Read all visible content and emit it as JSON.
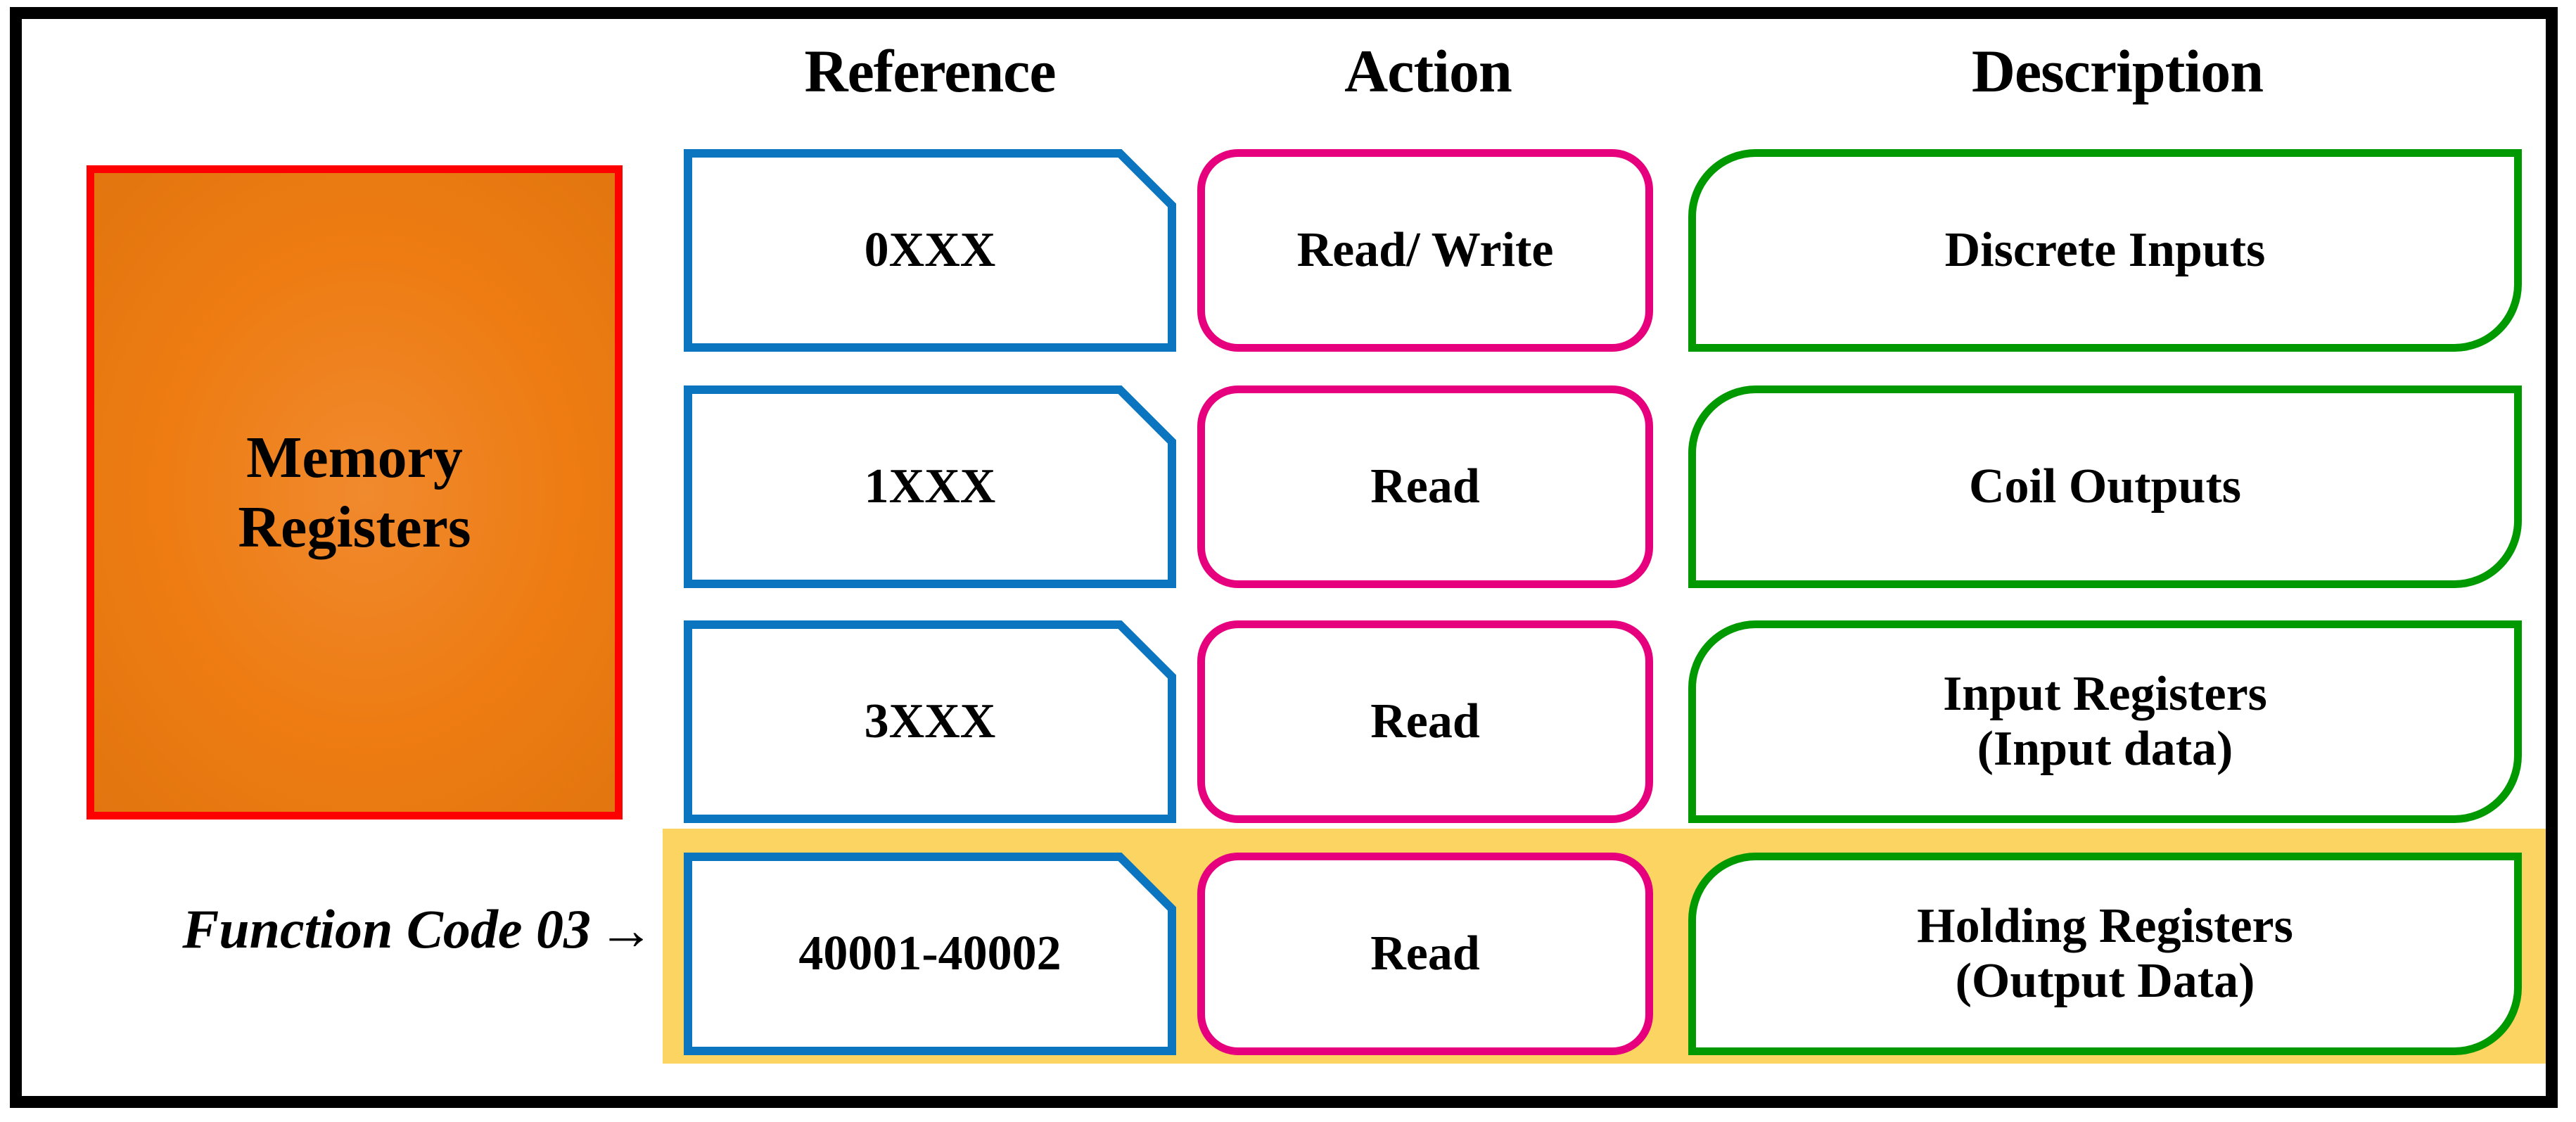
{
  "diagram": {
    "title_block": {
      "label": "Memory\nRegisters"
    },
    "annotation": {
      "text": "Function Code 03",
      "arrow": "→"
    },
    "columns": {
      "reference": "Reference",
      "action": "Action",
      "description": "Description"
    },
    "colors": {
      "frame": "#000000",
      "memory_border": "#FF0000",
      "memory_fill": "#EE7C13",
      "reference_border": "#0B75C0",
      "action_border": "#E6007E",
      "description_border": "#009900",
      "highlight_band": "#FCD462"
    },
    "rows": [
      {
        "reference": "0XXX",
        "action": "Read/ Write",
        "description": "Discrete Inputs",
        "highlighted": false
      },
      {
        "reference": "1XXX",
        "action": "Read",
        "description": "Coil Outputs",
        "highlighted": false
      },
      {
        "reference": "3XXX",
        "action": "Read",
        "description": "Input Registers\n(Input data)",
        "highlighted": false
      },
      {
        "reference": "40001-40002",
        "action": "Read",
        "description": "Holding Registers\n(Output Data)",
        "highlighted": true
      }
    ]
  }
}
